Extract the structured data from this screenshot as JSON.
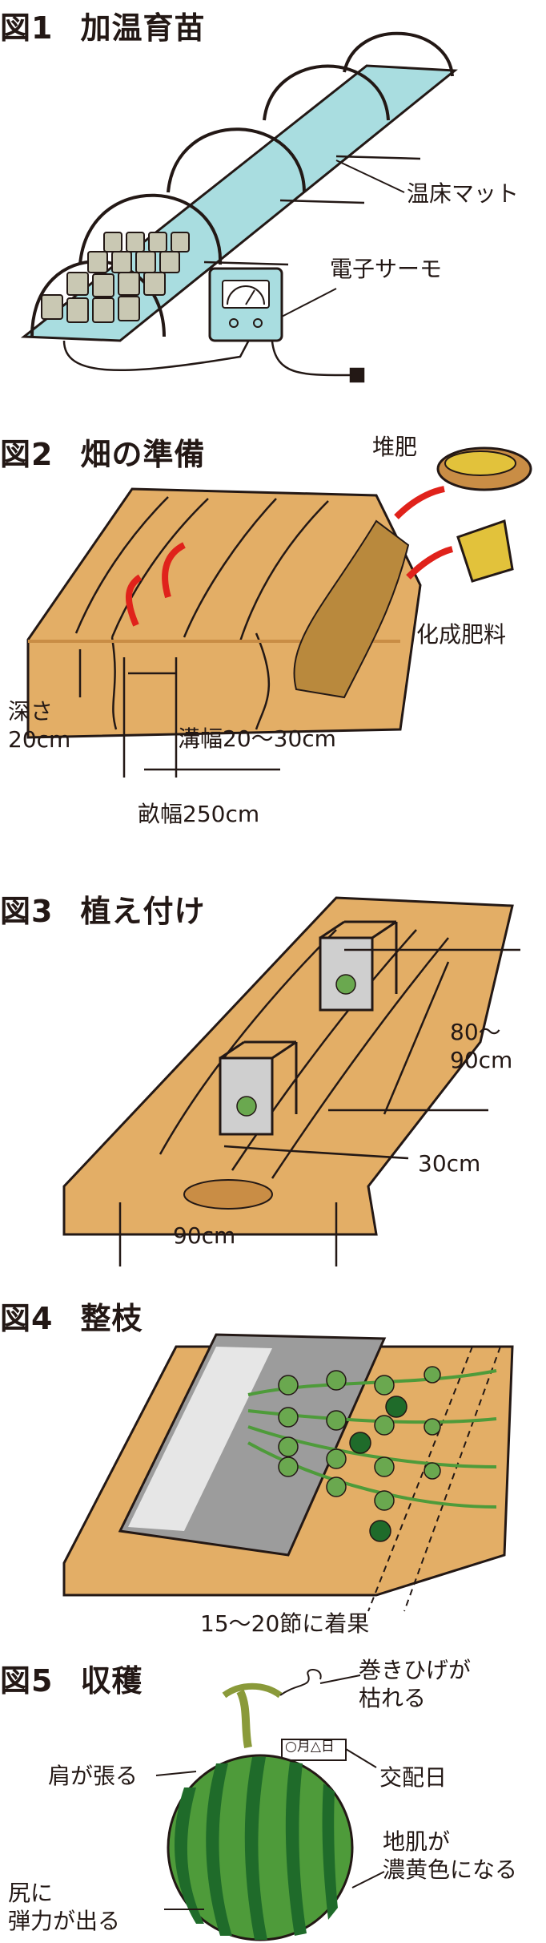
{
  "colors": {
    "soil": "#e3ae66",
    "soil_dark": "#c98d45",
    "ink": "#231815",
    "mat": "#a9dde0",
    "arrow_red": "#e0221b",
    "compost": "#b9893d",
    "fertilizer": "#e2c23b",
    "mulch": "#9c9c9c",
    "leaf": "#6aa84f",
    "melon_dark": "#1f6b2a",
    "melon_light": "#4e9b3a"
  },
  "fig1": {
    "number": "図1",
    "title": "加温育苗",
    "labels": {
      "mat": "温床マット",
      "thermo": "電子サーモ"
    }
  },
  "fig2": {
    "number": "図2",
    "title": "畑の準備",
    "labels": {
      "compost": "堆肥",
      "fertilizer": "化成肥料",
      "depth_line1": "深さ",
      "depth_line2": "20cm",
      "furrow_width": "溝幅20～30cm",
      "bed_width": "畝幅250cm"
    }
  },
  "fig3": {
    "number": "図3",
    "title": "植え付け",
    "labels": {
      "spacing_line1": "80～",
      "spacing_line2": "90cm",
      "plant_frame": "30cm",
      "planting_width": "90cm"
    }
  },
  "fig4": {
    "number": "図4",
    "title": "整枝",
    "labels": {
      "fruit_set": "15～20節に着果"
    }
  },
  "fig5": {
    "number": "図5",
    "title": "収穫",
    "labels": {
      "tendril_line1": "巻きひげが",
      "tendril_line2": "枯れる",
      "shoulder": "肩が張る",
      "tag": "○月△日",
      "pollination": "交配日",
      "skin_line1": "地肌が",
      "skin_line2": "濃黄色になる",
      "bottom_line1": "尻に",
      "bottom_line2": "弾力が出る"
    }
  }
}
